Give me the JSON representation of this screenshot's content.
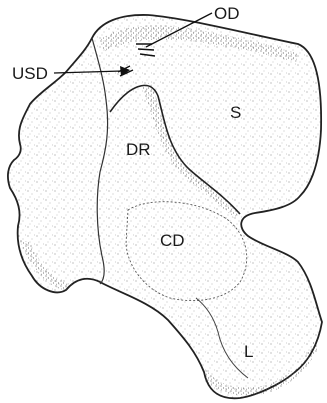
{
  "figure": {
    "labels": {
      "od": "OD",
      "usd": "USD",
      "s": "S",
      "dr": "DR",
      "cd": "CD",
      "l": "L"
    }
  }
}
